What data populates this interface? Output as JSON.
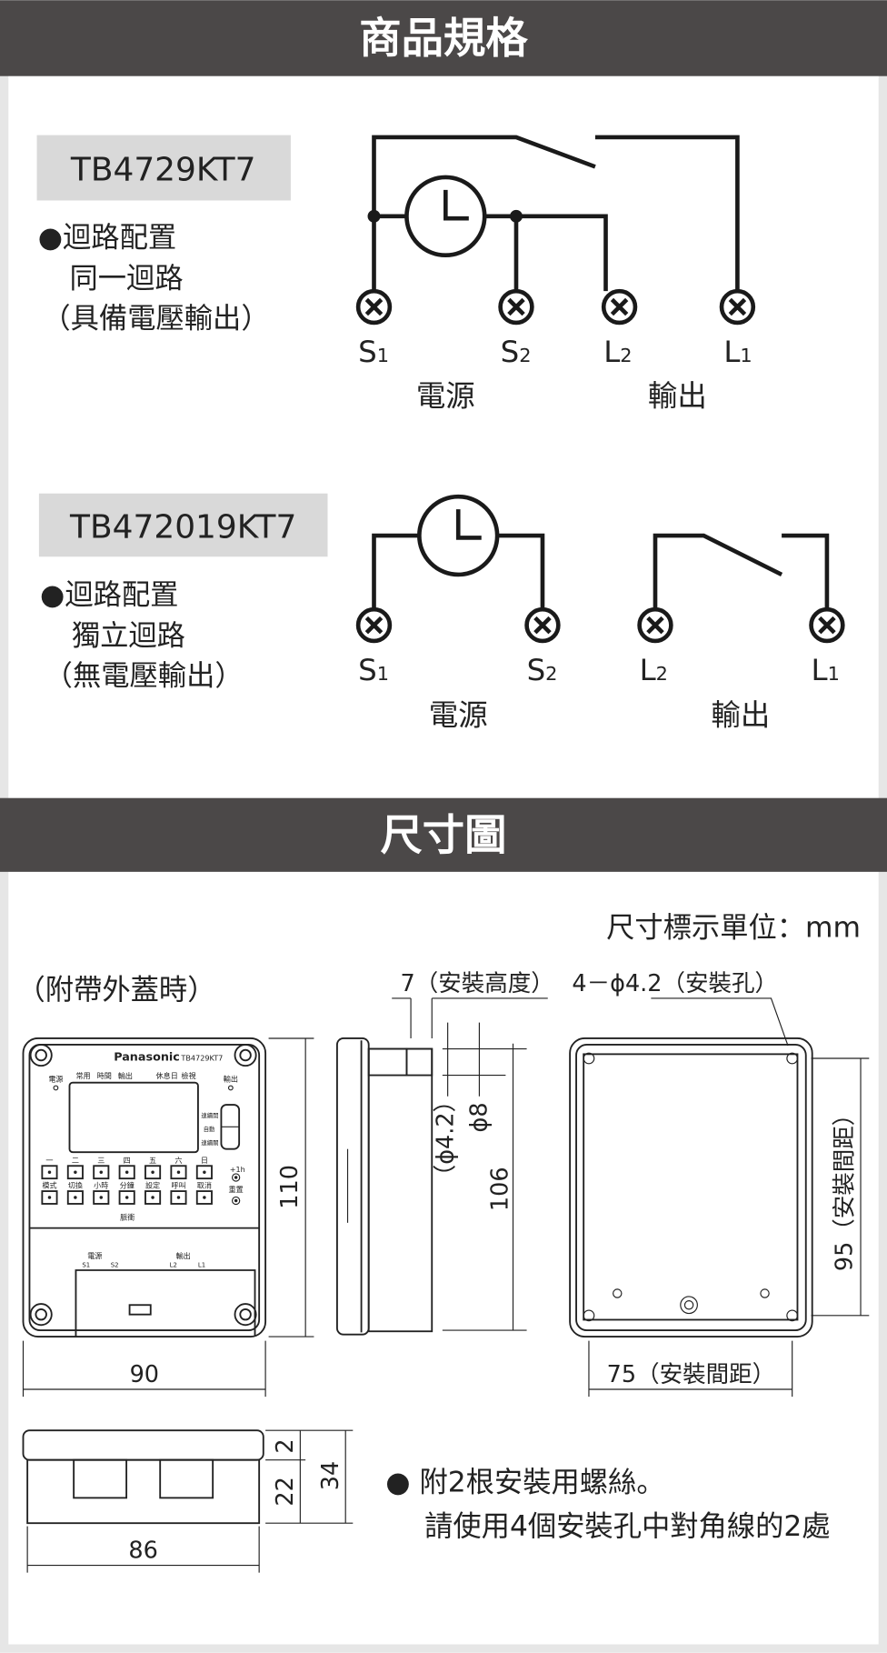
{
  "sections": {
    "spec_title": "商品規格",
    "dimension_title": "尺寸圖"
  },
  "model1": {
    "name": "TB4729KT7",
    "bullet": "●迴路配置",
    "line2": "同一迴路",
    "line3": "（具備電壓輸出）",
    "terminals": [
      {
        "main": "S",
        "sub": "1"
      },
      {
        "main": "S",
        "sub": "2"
      },
      {
        "main": "L",
        "sub": "2"
      },
      {
        "main": "L",
        "sub": "1"
      }
    ],
    "power_label": "電源",
    "output_label": "輸出"
  },
  "model2": {
    "name": "TB472019KT7",
    "bullet": "●迴路配置",
    "line2": "獨立迴路",
    "line3": "（無電壓輸出）",
    "terminals": [
      {
        "main": "S",
        "sub": "1"
      },
      {
        "main": "S",
        "sub": "2"
      },
      {
        "main": "L",
        "sub": "2"
      },
      {
        "main": "L",
        "sub": "1"
      }
    ],
    "power_label": "電源",
    "output_label": "輸出"
  },
  "dimensions": {
    "unit_note": "尺寸標示單位：mm",
    "cover_note": "（附帶外蓋時）",
    "height_front": "110",
    "width_front": "90",
    "mount_height": "7（安裝高度）",
    "mount_holes": "4－ϕ4.2（安裝孔）",
    "hole_inner": "（ϕ4.2）",
    "hole_outer": "ϕ8",
    "height_side": "106",
    "mount_pitch_v": "95（安裝間距）",
    "mount_pitch_h": "75（安裝間距）",
    "bottom_width": "86",
    "dim_2": "2",
    "dim_22": "22",
    "dim_34": "34"
  },
  "device": {
    "brand": "Panasonic",
    "model": "TB4729KT7",
    "power_led": "電源",
    "output_led": "輸出",
    "lcd_labels": [
      "常用",
      "時間",
      "輸出",
      "休息日",
      "檢視"
    ],
    "switch_labels": [
      "連續開",
      "自動",
      "連續關"
    ],
    "days": [
      "一",
      "二",
      "三",
      "四",
      "五",
      "六",
      "日"
    ],
    "functions": [
      "模式",
      "切換",
      "小時",
      "分鐘",
      "設定",
      "呼叫",
      "取消"
    ],
    "pulse": "脈衝",
    "plus1h": "+1h",
    "reset": "重置",
    "term_power": "電源",
    "term_output": "輸出",
    "term_labels": [
      "S1",
      "S2",
      "L2",
      "L1"
    ]
  },
  "notes": {
    "line1": "●  附2根安裝用螺絲。",
    "line2": "請使用4個安裝孔中對角線的2處"
  }
}
